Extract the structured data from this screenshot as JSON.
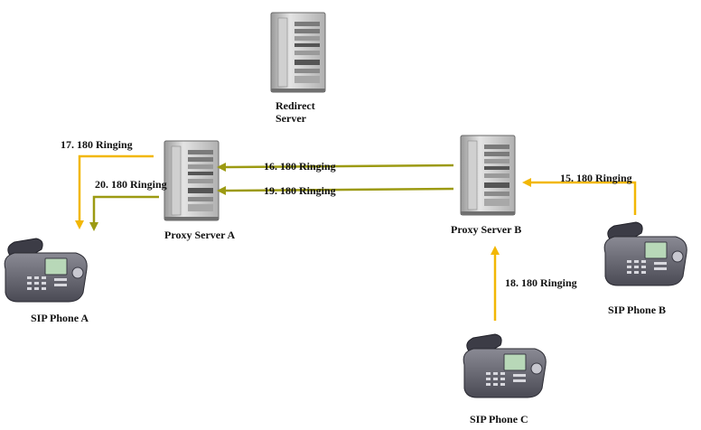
{
  "colors": {
    "arrow_yellow": "#F2B705",
    "arrow_olive": "#9C9A12",
    "server_body": "#C8C8C8",
    "server_dark": "#8A8A8A",
    "phone_body": "#6F6F78",
    "phone_dark": "#3A3A44",
    "phone_screen": "#B8D8B8"
  },
  "nodes": {
    "redirect_server": {
      "label_line1": "Redirect",
      "label_line2": "Server",
      "icon": "server-tower-icon"
    },
    "proxy_a": {
      "label": "Proxy Server A",
      "icon": "server-tower-icon"
    },
    "proxy_b": {
      "label": "Proxy Server B",
      "icon": "server-tower-icon"
    },
    "phone_a": {
      "label": "SIP Phone A",
      "icon": "desk-phone-icon"
    },
    "phone_b": {
      "label": "SIP Phone B",
      "icon": "desk-phone-icon"
    },
    "phone_c": {
      "label": "SIP Phone C",
      "icon": "desk-phone-icon"
    }
  },
  "messages": {
    "m15": "15. 180 Ringing",
    "m16": "16. 180 Ringing",
    "m17": "17. 180 Ringing",
    "m18": "18. 180 Ringing",
    "m19": "19. 180 Ringing",
    "m20": "20. 180 Ringing"
  }
}
